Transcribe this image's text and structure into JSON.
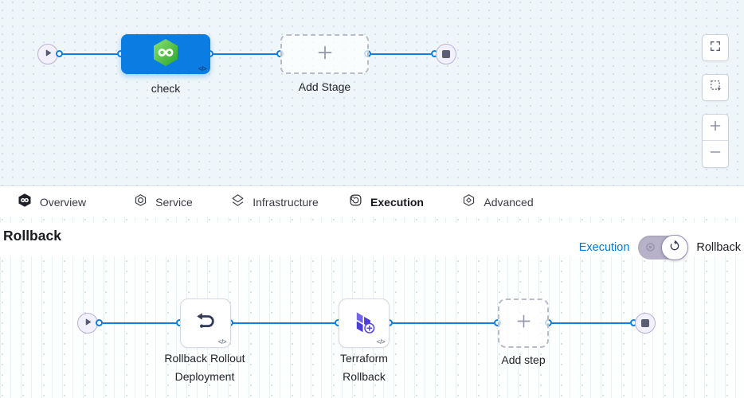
{
  "stage_builder": {
    "check_stage": {
      "label": "check"
    },
    "add_stage": {
      "label": "Add Stage"
    },
    "code_glyph": "</>"
  },
  "tabs": [
    {
      "label": "Overview",
      "icon": "harness-logo"
    },
    {
      "label": "Service",
      "icon": "service-hexagon"
    },
    {
      "label": "Infrastructure",
      "icon": "infrastructure-layers"
    },
    {
      "label": "Execution",
      "icon": "execution-swirl",
      "active": true
    },
    {
      "label": "Advanced",
      "icon": "advanced-hexagon"
    }
  ],
  "rollback_panel": {
    "title": "Rollback",
    "toggle": {
      "left_label": "Execution",
      "right_label": "Rollback",
      "selected": "Rollback"
    }
  },
  "rollback_pipeline": {
    "step1": {
      "line1": "Rollback Rollout",
      "line2": "Deployment",
      "icon": "rollback-arrow"
    },
    "step2": {
      "line1": "Terraform",
      "line2": "Rollback",
      "icon": "terraform"
    },
    "add_step": {
      "label": "Add step"
    }
  },
  "colors": {
    "accent_blue": "#0278d5",
    "stage_node_blue": "#0b7de2",
    "harness_green": "#3dae3b",
    "terraform_purple": "#5c4ee5"
  }
}
